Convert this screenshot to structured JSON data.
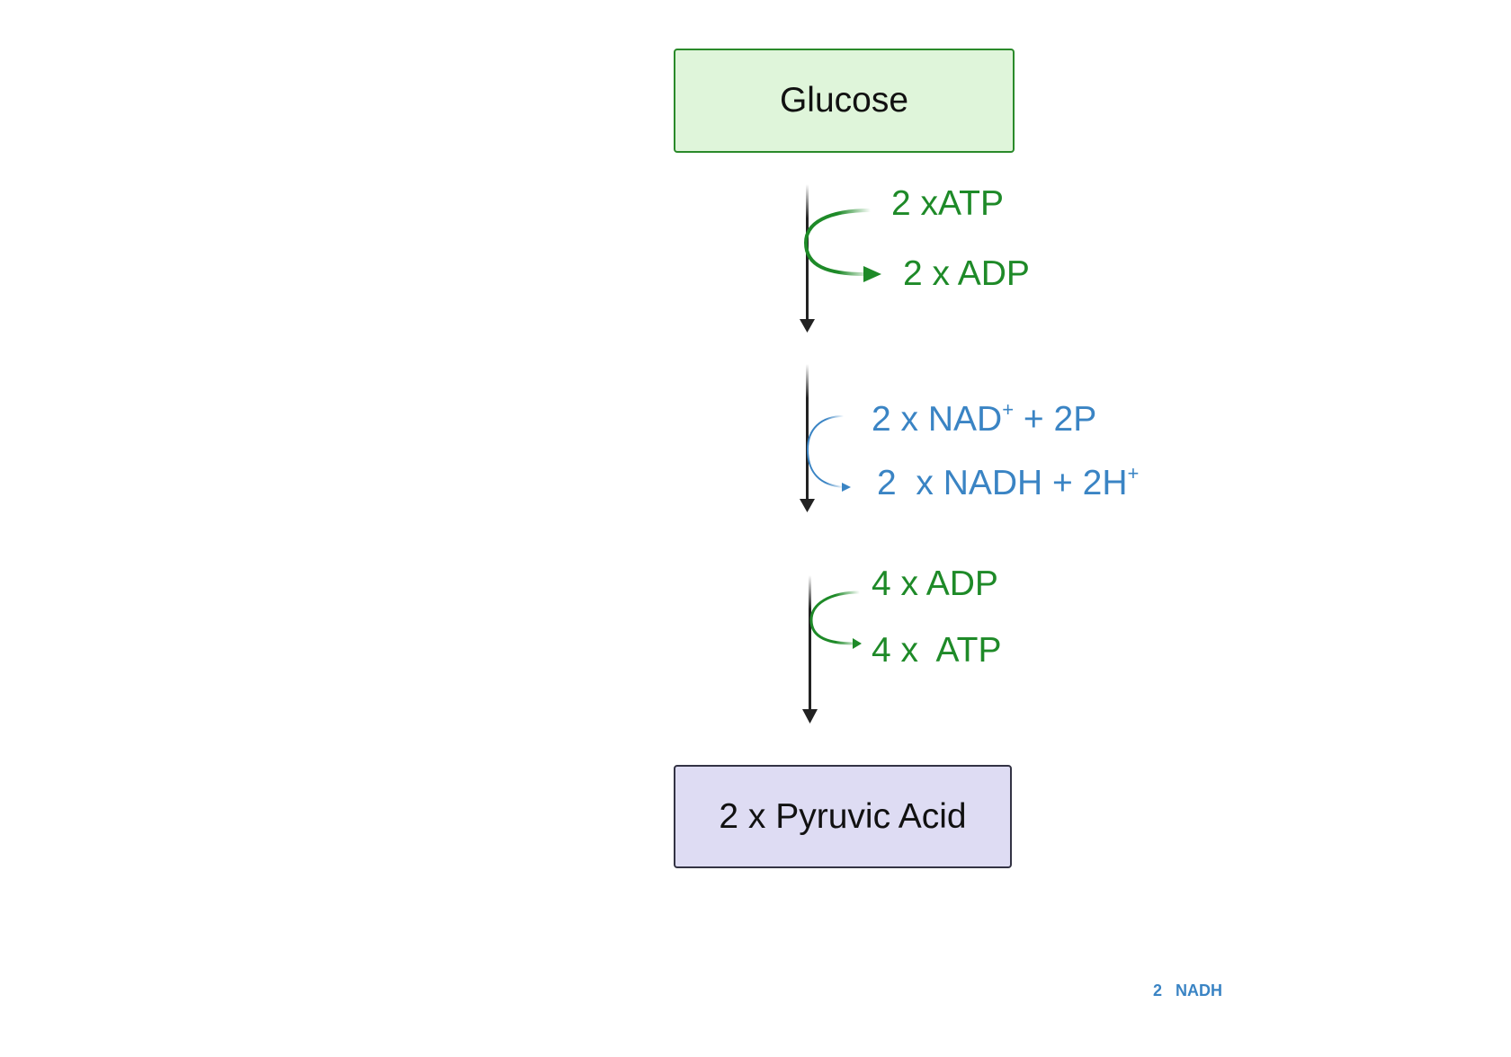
{
  "nodes": {
    "glucose": "Glucose",
    "pyruvic_acid": "2 x Pyruvic Acid"
  },
  "steps": [
    {
      "input": "2 xATP",
      "output": "2 x ADP",
      "color": "#1e8a28"
    },
    {
      "input_main": "2 x NAD",
      "input_sup": "+",
      "input_tail": " + 2P",
      "output_main": "2  x NADH + 2H",
      "output_sup": "+",
      "color": "#3a84c4"
    },
    {
      "input": "4 x ADP",
      "output": "4 x  ATP",
      "color": "#1e8a28"
    }
  ],
  "footer_note": "2   NADH",
  "colors": {
    "glucose_fill": "#dff5da",
    "glucose_border": "#2a8a2a",
    "pyruvic_fill": "#dedcf3",
    "pyruvic_border": "#333344",
    "main_arrow": "#222222"
  }
}
